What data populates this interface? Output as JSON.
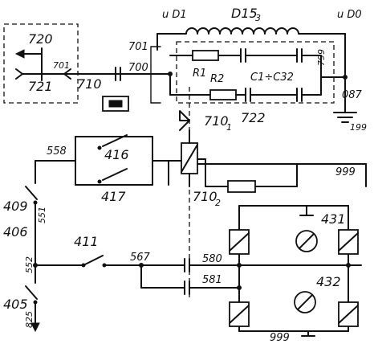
{
  "labels": {
    "n720": "720",
    "n721": "721",
    "n701a": "701",
    "n701b": "701",
    "n700": "700",
    "n710": "710",
    "uD1": "u D1",
    "uD0": "u D0",
    "d15": "D15",
    "d15sub": "3",
    "r1": "R1",
    "r2": "R2",
    "c1c32": "C1÷C32",
    "n799": "799",
    "n087": "087",
    "n722": "722",
    "n199": "199",
    "n710_1": "710",
    "n710_1sub": "1",
    "n558": "558",
    "n416": "416",
    "n417": "417",
    "n999a": "999",
    "n710_2": "710",
    "n710_2sub": "2",
    "n409": "409",
    "n551": "551",
    "n406": "406",
    "n431": "431",
    "n411": "411",
    "n567": "567",
    "n580": "580",
    "n552": "552",
    "n581": "581",
    "n432": "432",
    "n405": "405",
    "n825": "825",
    "n999b": "999"
  }
}
